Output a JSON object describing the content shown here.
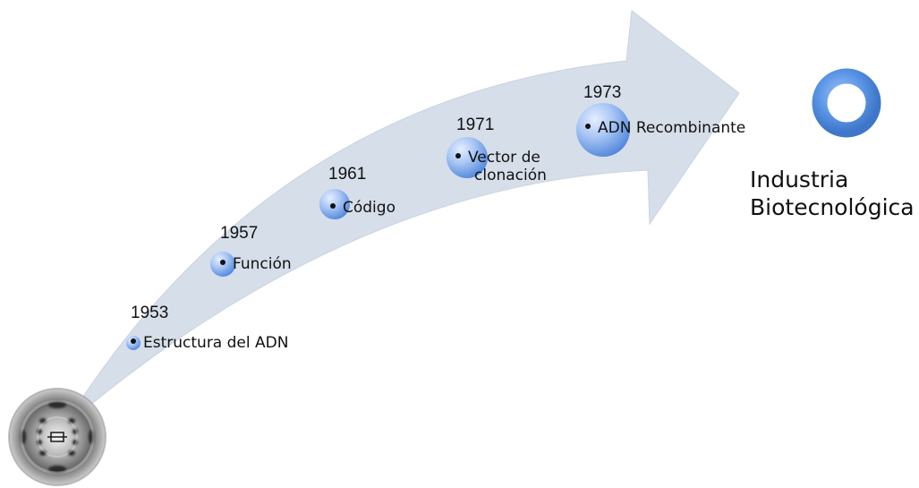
{
  "milestones": [
    {
      "year": "1953",
      "label": "Estructura del ADN"
    },
    {
      "year": "1957",
      "label": "Función"
    },
    {
      "year": "1961",
      "label": "Código"
    },
    {
      "year": "1971",
      "label": "Vector de",
      "label2": "clonación"
    },
    {
      "year": "1973",
      "label": "ADN Recombinante"
    }
  ],
  "destination": {
    "line1": "Industria",
    "line2": "Biotecnológica"
  },
  "colors": {
    "arrow_fill": "#D6DEEA",
    "node_light": "#BFD6FA",
    "node_dark": "#5B8FE0",
    "ring": "#5B95E6"
  },
  "icons": [
    "dna-xray-diffraction-icon",
    "ring-icon"
  ]
}
